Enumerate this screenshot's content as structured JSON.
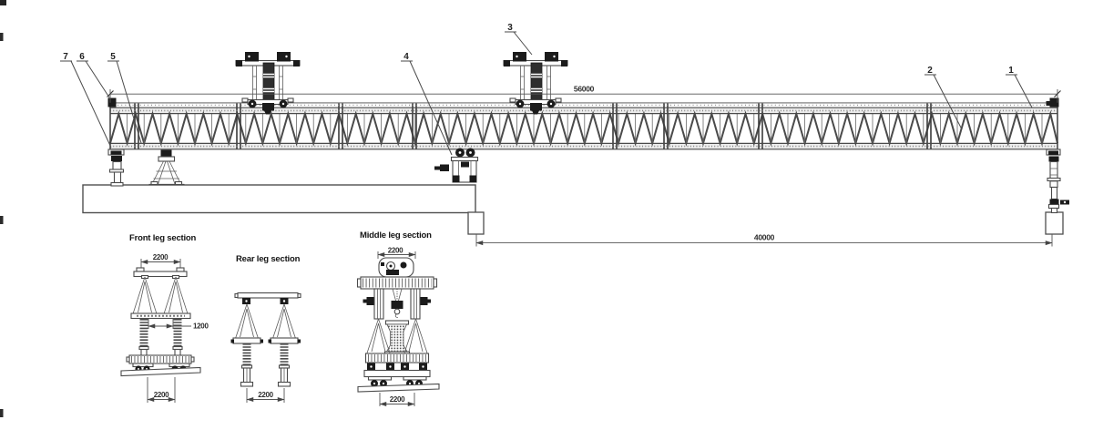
{
  "colors": {
    "line": "#4a4a4a",
    "dark": "#1b1b1b",
    "dim_line": "#555555",
    "background": "#ffffff"
  },
  "elevation": {
    "dim_total": "56000",
    "dim_span": "40000",
    "callouts": [
      "1",
      "2",
      "3",
      "4",
      "5",
      "6",
      "7"
    ]
  },
  "sections": {
    "front": {
      "title": "Front leg section",
      "dim_top": "2200",
      "dim_gap": "1200",
      "dim_bottom": "2200"
    },
    "rear": {
      "title": "Rear leg section",
      "dim_bottom": "2200"
    },
    "middle": {
      "title": "Middle leg section",
      "dim_top": "2200",
      "dim_bottom": "2200"
    }
  }
}
